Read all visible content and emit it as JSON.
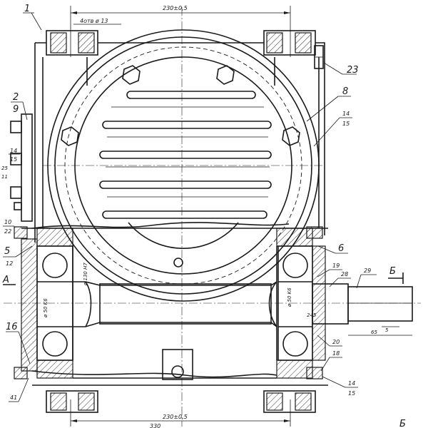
{
  "dimensions": {
    "top_width": "230±0,5",
    "bottom_width": "230±0,5",
    "bottom_overall": "330",
    "holes_note": "4отв ø 13",
    "bore_left": "ø 130 H7",
    "shaft_left": "ø 50 K6",
    "bore_right": "ø 50 K6",
    "shaft_len": "245",
    "shaft_end": "65"
  },
  "callouts": {
    "c1": "1",
    "c2": "2",
    "c2b": "9",
    "c14a": "14",
    "c14b": "15",
    "c25": "25",
    "c11": "11",
    "c10": "10",
    "c10b": "22",
    "c5": "5",
    "c5b": "12",
    "c16": "16",
    "c23": "23",
    "c8": "8",
    "c14c": "14",
    "c14d": "15",
    "c6": "6",
    "c19": "19",
    "c28": "28",
    "c29": "29",
    "c20": "20",
    "c18": "18",
    "c14e": "14",
    "c14f": "15",
    "c41": "41",
    "section_A": "A",
    "section_B": "Б",
    "section_B2": "Б",
    "section_5": "5"
  }
}
